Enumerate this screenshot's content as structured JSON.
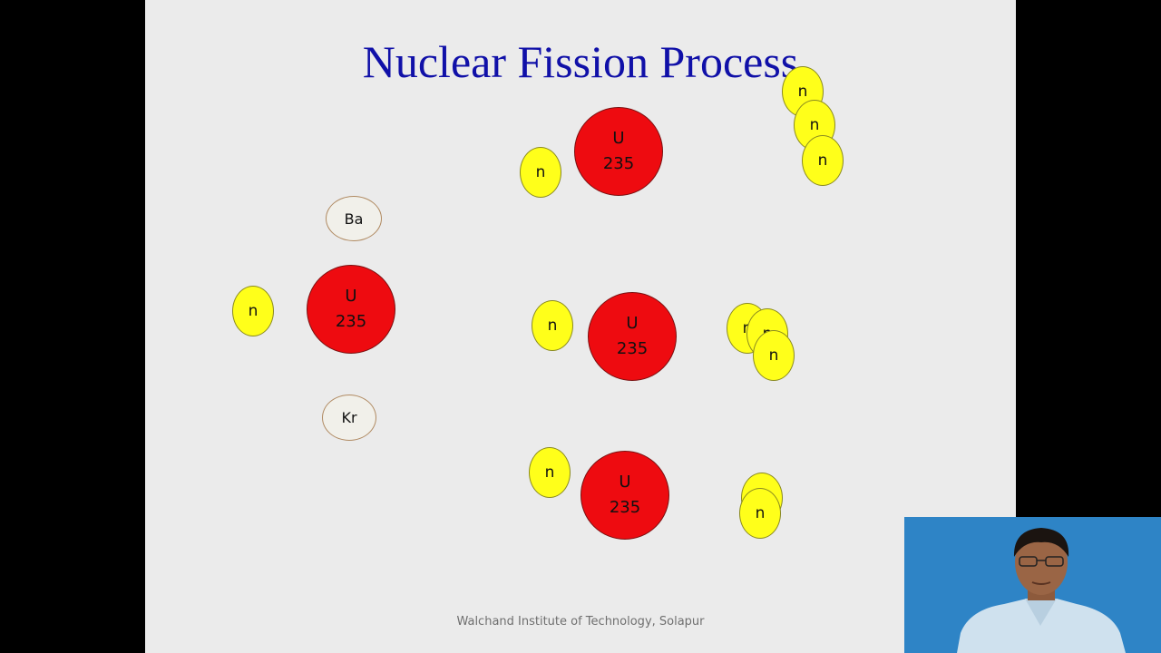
{
  "slide": {
    "title": "Nuclear Fission Process",
    "footer": "Walchand Institute of Technology, Solapur"
  },
  "diagram": {
    "neutron_label": "n",
    "uranium": {
      "symbol": "U",
      "mass": "235"
    },
    "fragments": {
      "barium": "Ba",
      "krypton": "Kr"
    }
  },
  "colors": {
    "neutron": "#ffff1a",
    "uranium": "#ee0b10",
    "title": "#1010a8",
    "background": "#ebebeb"
  }
}
